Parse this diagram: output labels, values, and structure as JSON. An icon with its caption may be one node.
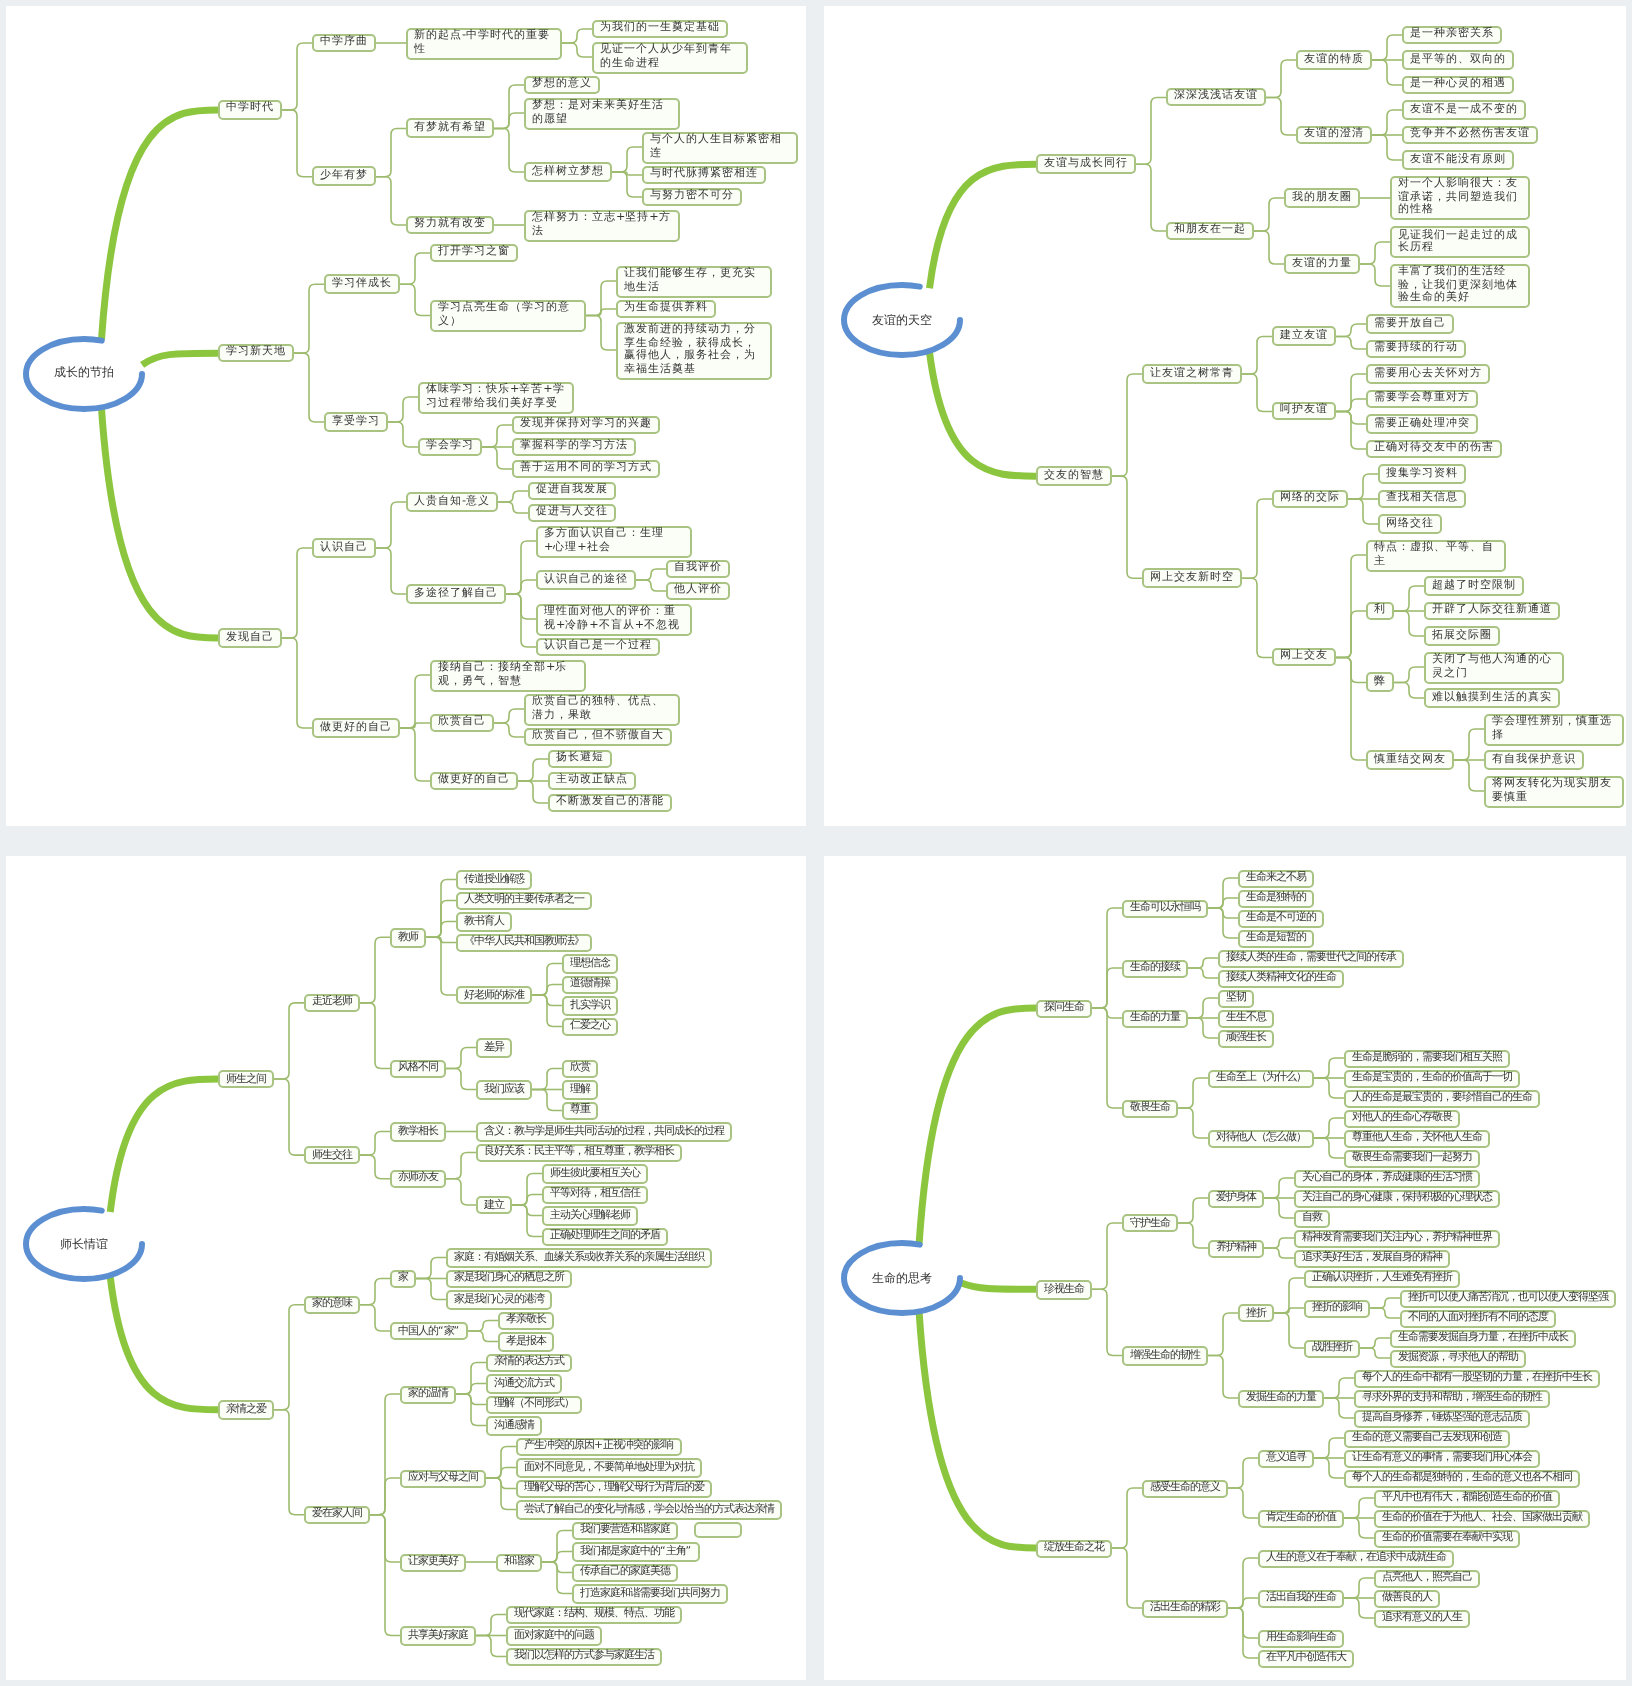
{
  "diagram": {
    "nodes": [
      {
        "text": [
          "成长的节拍"
        ]
      },
      {
        "text": [
          "中学时代"
        ]
      },
      {
        "text": [
          "中学序曲"
        ]
      },
      {
        "text": [
          "新的起点-中学时代的重要性"
        ]
      },
      {
        "text": [
          "为我们的一生奠定基础"
        ]
      },
      {
        "text": [
          "见证一个人从少年到青年的生命进程"
        ]
      },
      {
        "text": [
          "少年有梦"
        ]
      },
      {
        "text": [
          "有梦就有希望"
        ]
      },
      {
        "text": [
          "梦想的意义"
        ]
      },
      {
        "text": [
          "梦想：是对未来美好生活的愿望"
        ]
      },
      {
        "text": [
          "怎样树立梦想"
        ]
      },
      {
        "text": [
          "与个人的人生目标紧密相连"
        ]
      },
      {
        "text": [
          "与时代脉搏紧密相连"
        ]
      },
      {
        "text": [
          "与努力密不可分"
        ]
      },
      {
        "text": [
          "努力就有改变"
        ]
      },
      {
        "text": [
          "怎样努力：立志+坚持+方法"
        ]
      },
      {
        "text": [
          "学习新天地"
        ]
      },
      {
        "text": [
          "学习伴成长"
        ]
      },
      {
        "text": [
          "打开学习之窗"
        ]
      },
      {
        "text": [
          "学习点亮生命（学习的意义）"
        ]
      },
      {
        "text": [
          "让我们能够生存，更充实地生活"
        ]
      },
      {
        "text": [
          "为生命提供养料"
        ]
      },
      {
        "text": [
          "激发前进的持续动力，分享生命经验，获得成长，赢得他人，服务社会，为幸福生活奠基"
        ]
      },
      {
        "text": [
          "享受学习"
        ]
      },
      {
        "text": [
          "体味学习：快乐+辛苦+学习过程带给我们美好享受"
        ]
      },
      {
        "text": [
          "学会学习"
        ]
      },
      {
        "text": [
          "发现并保持对学习的兴趣"
        ]
      },
      {
        "text": [
          "掌握科学的学习方法"
        ]
      },
      {
        "text": [
          "善于运用不同的学习方式"
        ]
      },
      {
        "text": [
          "发现自己"
        ]
      },
      {
        "text": [
          "认识自己"
        ]
      },
      {
        "text": [
          "人贵自知-意义"
        ]
      },
      {
        "text": [
          "促进自我发展"
        ]
      },
      {
        "text": [
          "促进与人交往"
        ]
      },
      {
        "text": [
          "多途径了解自己"
        ]
      },
      {
        "text": [
          "多方面认识自己：生理+心理+社会"
        ]
      },
      {
        "text": [
          "认识自己的途径"
        ]
      },
      {
        "text": [
          "自我评价"
        ]
      },
      {
        "text": [
          "他人评价"
        ]
      },
      {
        "text": [
          "理性面对他人的评价：重视+冷静+不盲从+不忽视"
        ]
      },
      {
        "text": [
          "认识自己是一个过程"
        ]
      },
      {
        "text": [
          "做更好的自己"
        ]
      },
      {
        "text": [
          "接纳自己：接纳全部+乐观，勇气，智慧"
        ]
      },
      {
        "text": [
          "欣赏自己"
        ]
      },
      {
        "text": [
          "欣赏自己的独特、优点、潜力，果敢"
        ]
      },
      {
        "text": [
          "欣赏自己，但不骄傲自大"
        ]
      },
      {
        "text": [
          "做更好的自己"
        ]
      },
      {
        "text": [
          "扬长避短"
        ]
      },
      {
        "text": [
          "主动改正缺点"
        ]
      },
      {
        "text": [
          "不断激发自己的潜能"
        ]
      },
      {
        "text": [
          "友谊的天空"
        ]
      },
      {
        "text": [
          "友谊与成长同行"
        ]
      },
      {
        "text": [
          "深深浅浅话友谊"
        ]
      },
      {
        "text": [
          "友谊的特质"
        ]
      },
      {
        "text": [
          "是一种亲密关系"
        ]
      },
      {
        "text": [
          "是平等的、双向的"
        ]
      },
      {
        "text": [
          "是一种心灵的相遇"
        ]
      },
      {
        "text": [
          "友谊的澄清"
        ]
      },
      {
        "text": [
          "友谊不是一成不变的"
        ]
      },
      {
        "text": [
          "竞争并不必然伤害友谊"
        ]
      },
      {
        "text": [
          "友谊不能没有原则"
        ]
      },
      {
        "text": [
          "和朋友在一起"
        ]
      },
      {
        "text": [
          "我的朋友圈"
        ]
      },
      {
        "text": [
          "对一个人影响很大：友谊承诺，共同塑造我们的性格"
        ]
      },
      {
        "text": [
          "友谊的力量"
        ]
      },
      {
        "text": [
          "见证我们一起走过的成长历程"
        ]
      },
      {
        "text": [
          "丰富了我们的生活经验，让我们更深刻地体验生命的美好"
        ]
      },
      {
        "text": [
          "交友的智慧"
        ]
      },
      {
        "text": [
          "让友谊之树常青"
        ]
      },
      {
        "text": [
          "建立友谊"
        ]
      },
      {
        "text": [
          "需要开放自己"
        ]
      },
      {
        "text": [
          "需要持续的行动"
        ]
      },
      {
        "text": [
          "呵护友谊"
        ]
      },
      {
        "text": [
          "需要用心去关怀对方"
        ]
      },
      {
        "text": [
          "需要学会尊重对方"
        ]
      },
      {
        "text": [
          "需要正确处理冲突"
        ]
      },
      {
        "text": [
          "正确对待交友中的伤害"
        ]
      },
      {
        "text": [
          "网上交友新时空"
        ]
      },
      {
        "text": [
          "网络的交际"
        ]
      },
      {
        "text": [
          "搜集学习资料"
        ]
      },
      {
        "text": [
          "查找相关信息"
        ]
      },
      {
        "text": [
          "网络交往"
        ]
      },
      {
        "text": [
          "网上交友"
        ]
      },
      {
        "text": [
          "特点：虚拟、平等、自主"
        ]
      },
      {
        "text": [
          "利"
        ]
      },
      {
        "text": [
          "超越了时空限制"
        ]
      },
      {
        "text": [
          "开辟了人际交往新通道"
        ]
      },
      {
        "text": [
          "拓展交际圈"
        ]
      },
      {
        "text": [
          "弊"
        ]
      },
      {
        "text": [
          "关闭了与他人沟通的心灵之门"
        ]
      },
      {
        "text": [
          "难以触摸到生活的真实"
        ]
      },
      {
        "text": [
          "慎重结交网友"
        ]
      },
      {
        "text": [
          "学会理性辨别，慎重选择"
        ]
      },
      {
        "text": [
          "有自我保护意识"
        ]
      },
      {
        "text": [
          "将网友转化为现实朋友要慎重"
        ]
      },
      {
        "text": [
          "师长情谊"
        ]
      },
      {
        "text": [
          "师生之间"
        ]
      },
      {
        "text": [
          "走近老师"
        ]
      },
      {
        "text": [
          "教师"
        ]
      },
      {
        "text": [
          "传道授业解惑"
        ]
      },
      {
        "text": [
          "人类文明的主要传承者之一"
        ]
      },
      {
        "text": [
          "教书育人"
        ]
      },
      {
        "text": [
          "《中华人民共和国教师法》"
        ]
      },
      {
        "text": [
          "好老师的标准"
        ]
      },
      {
        "text": [
          "理想信念"
        ]
      },
      {
        "text": [
          "道德情操"
        ]
      },
      {
        "text": [
          "扎实学识"
        ]
      },
      {
        "text": [
          "仁爱之心"
        ]
      },
      {
        "text": [
          "风格不同"
        ]
      },
      {
        "text": [
          "差异"
        ]
      },
      {
        "text": [
          "我们应该"
        ]
      },
      {
        "text": [
          "欣赏"
        ]
      },
      {
        "text": [
          "理解"
        ]
      },
      {
        "text": [
          "尊重"
        ]
      },
      {
        "text": [
          "师生交往"
        ]
      },
      {
        "text": [
          "教学相长"
        ]
      },
      {
        "text": [
          "含义：教与学是师生共同活动的过程，共同成长的过程"
        ]
      },
      {
        "text": [
          "亦师亦友"
        ]
      },
      {
        "text": [
          "良好关系：民主平等，相互尊重，教学相长"
        ]
      },
      {
        "text": [
          "建立"
        ]
      },
      {
        "text": [
          "师生彼此要相互关心"
        ]
      },
      {
        "text": [
          "平等对待，相互信任"
        ]
      },
      {
        "text": [
          "主动关心理解老师"
        ]
      },
      {
        "text": [
          "正确处理师生之间的矛盾"
        ]
      },
      {
        "text": [
          "亲情之爱"
        ]
      },
      {
        "text": [
          "家的意味"
        ]
      },
      {
        "text": [
          "家"
        ]
      },
      {
        "text": [
          "家庭：有婚姻关系、血缘关系或收养关系的亲属生活组织"
        ]
      },
      {
        "text": [
          "家是我们身心的栖息之所"
        ]
      },
      {
        "text": [
          "家是我们心灵的港湾"
        ]
      },
      {
        "text": [
          "中国人的“家”"
        ]
      },
      {
        "text": [
          "孝亲敬长"
        ]
      },
      {
        "text": [
          "孝是报本"
        ]
      },
      {
        "text": [
          "爱在家人间"
        ]
      },
      {
        "text": [
          "家的温情"
        ]
      },
      {
        "text": [
          "亲情的表达方式"
        ]
      },
      {
        "text": [
          "沟通交流方式"
        ]
      },
      {
        "text": [
          "理解（不同形式）"
        ]
      },
      {
        "text": [
          "沟通感情"
        ]
      },
      {
        "text": [
          "应对与父母之间"
        ]
      },
      {
        "text": [
          "产生冲突的原因+正视冲突的影响"
        ]
      },
      {
        "text": [
          "面对不同意见，不要简单地处理为对抗"
        ]
      },
      {
        "text": [
          "理解父母的苦心，理解父母行为背后的爱"
        ]
      },
      {
        "text": [
          "尝试了解自己的变化与情感，学会以恰当的方式表达亲情"
        ]
      },
      {
        "text": [
          "让家更美好"
        ]
      },
      {
        "text": [
          "和谐家"
        ]
      },
      {
        "text": [
          "我们要营造和谐家庭"
        ]
      },
      {
        "text": [],
        "shape": "box"
      },
      {
        "text": [
          "我们都是家庭中的“主角”"
        ]
      },
      {
        "text": [
          "传承自己的家庭美德"
        ]
      },
      {
        "text": [
          "打造家庭和谐需要我们共同努力"
        ]
      },
      {
        "text": [
          "共享美好家庭"
        ]
      },
      {
        "text": [
          "现代家庭：结构、规模、特点、功能"
        ]
      },
      {
        "text": [
          "面对家庭中的问题"
        ]
      },
      {
        "text": [
          "我们以怎样的方式参与家庭生活"
        ]
      },
      {
        "text": [
          "生命的思考"
        ]
      },
      {
        "text": [
          "探问生命"
        ]
      },
      {
        "text": [
          "生命可以永恒吗"
        ]
      },
      {
        "text": [
          "生命来之不易"
        ]
      },
      {
        "text": [
          "生命是独特的"
        ]
      },
      {
        "text": [
          "生命是不可逆的"
        ]
      },
      {
        "text": [
          "生命是短暂的"
        ]
      },
      {
        "text": [
          "生命的接续"
        ]
      },
      {
        "text": [
          "接续人类的生命，需要世代之间的传承"
        ]
      },
      {
        "text": [
          "接续人类精神文化的生命"
        ]
      },
      {
        "text": [
          "生命的力量"
        ]
      },
      {
        "text": [
          "坚韧"
        ]
      },
      {
        "text": [
          "生生不息"
        ]
      },
      {
        "text": [
          "顽强生长"
        ]
      },
      {
        "text": [
          "敬畏生命"
        ]
      },
      {
        "text": [
          "生命至上（为什么）"
        ]
      },
      {
        "text": [
          "生命是脆弱的，需要我们相互关照"
        ]
      },
      {
        "text": [
          "生命是宝贵的，生命的价值高于一切"
        ]
      },
      {
        "text": [
          "人的生命是最宝贵的，要珍惜自己的生命"
        ]
      },
      {
        "text": [
          "对待他人（怎么做）"
        ]
      },
      {
        "text": [
          "对他人的生命心存敬畏"
        ]
      },
      {
        "text": [
          "尊重他人生命，关怀他人生命"
        ]
      },
      {
        "text": [
          "敬畏生命需要我们一起努力"
        ]
      },
      {
        "text": [
          "珍视生命"
        ]
      },
      {
        "text": [
          "守护生命"
        ]
      },
      {
        "text": [
          "爱护身体"
        ]
      },
      {
        "text": [
          "关心自己的身体，养成健康的生活习惯"
        ]
      },
      {
        "text": [
          "关注自己的身心健康，保持积极的心理状态"
        ]
      },
      {
        "text": [
          "自救"
        ]
      },
      {
        "text": [
          "养护精神"
        ]
      },
      {
        "text": [
          "精神发育需要我们关注内心，养护精神世界"
        ]
      },
      {
        "text": [
          "追求美好生活，发展自身的精神"
        ]
      },
      {
        "text": [
          "增强生命的韧性"
        ]
      },
      {
        "text": [
          "挫折"
        ]
      },
      {
        "text": [
          "正确认识挫折，人生难免有挫折"
        ]
      },
      {
        "text": [
          "挫折的影响"
        ]
      },
      {
        "text": [
          "挫折可以使人痛苦消沉，也可以使人变得坚强"
        ]
      },
      {
        "text": [
          "不同的人面对挫折有不同的态度"
        ]
      },
      {
        "text": [
          "战胜挫折"
        ]
      },
      {
        "text": [
          "生命需要发掘自身力量，在挫折中成长"
        ]
      },
      {
        "text": [
          "发掘资源，寻求他人的帮助"
        ]
      },
      {
        "text": [
          "发掘生命的力量"
        ]
      },
      {
        "text": [
          "每个人的生命中都有一股坚韧的力量，在挫折中生长"
        ]
      },
      {
        "text": [
          "寻求外界的支持和帮助，增强生命的韧性"
        ]
      },
      {
        "text": [
          "提高自身修养，锤炼坚强的意志品质"
        ]
      },
      {
        "text": [
          "绽放生命之花"
        ]
      },
      {
        "text": [
          "感受生命的意义"
        ]
      },
      {
        "text": [
          "意义追寻"
        ]
      },
      {
        "text": [
          "生命的意义需要自己去发现和创造"
        ]
      },
      {
        "text": [
          "让生命有意义的事情，需要我们用心体会"
        ]
      },
      {
        "text": [
          "每个人的生命都是独特的，生命的意义也各不相同"
        ]
      },
      {
        "text": [
          "肯定生命的价值"
        ]
      },
      {
        "text": [
          "平凡中也有伟大，都能创造生命的价值"
        ]
      },
      {
        "text": [
          "生命的价值在于为他人、社会、国家做出贡献"
        ]
      },
      {
        "text": [
          "生命的价值需要在奉献中实现"
        ]
      },
      {
        "text": [
          "活出生命的精彩"
        ]
      },
      {
        "text": [
          "人生的意义在于奉献，在追求中成就生命"
        ]
      },
      {
        "text": [
          "活出自我的生命"
        ]
      },
      {
        "text": [
          "点亮他人，照亮自己"
        ]
      },
      {
        "text": [
          "做善良的人"
        ]
      },
      {
        "text": [
          "追求有意义的人生"
        ]
      },
      {
        "text": [
          "用生命影响生命"
        ]
      },
      {
        "text": [
          "在平凡中创造伟大"
        ]
      }
    ],
    "edges": [
      {
        "from": 0,
        "to": 1,
        "arrow": "none",
        "style": "thick"
      },
      {
        "from": 1,
        "to": 2,
        "arrow": "none"
      },
      {
        "from": 2,
        "to": 3,
        "arrow": "none"
      },
      {
        "from": 3,
        "to": 4,
        "arrow": "none"
      },
      {
        "from": 3,
        "to": 5,
        "arrow": "none"
      },
      {
        "from": 1,
        "to": 6,
        "arrow": "none"
      },
      {
        "from": 6,
        "to": 7,
        "arrow": "none"
      },
      {
        "from": 7,
        "to": 8,
        "arrow": "none"
      },
      {
        "from": 7,
        "to": 9,
        "arrow": "none"
      },
      {
        "from": 7,
        "to": 10,
        "arrow": "none"
      },
      {
        "from": 10,
        "to": 11,
        "arrow": "none"
      },
      {
        "from": 10,
        "to": 12,
        "arrow": "none"
      },
      {
        "from": 10,
        "to": 13,
        "arrow": "none"
      },
      {
        "from": 6,
        "to": 14,
        "arrow": "none"
      },
      {
        "from": 14,
        "to": 15,
        "arrow": "none"
      },
      {
        "from": 0,
        "to": 16,
        "arrow": "none",
        "style": "thick"
      },
      {
        "from": 16,
        "to": 17,
        "arrow": "none"
      },
      {
        "from": 17,
        "to": 18,
        "arrow": "none"
      },
      {
        "from": 17,
        "to": 19,
        "arrow": "none"
      },
      {
        "from": 19,
        "to": 20,
        "arrow": "none"
      },
      {
        "from": 19,
        "to": 21,
        "arrow": "none"
      },
      {
        "from": 19,
        "to": 22,
        "arrow": "none"
      },
      {
        "from": 16,
        "to": 23,
        "arrow": "none"
      },
      {
        "from": 23,
        "to": 24,
        "arrow": "none"
      },
      {
        "from": 23,
        "to": 25,
        "arrow": "none"
      },
      {
        "from": 25,
        "to": 26,
        "arrow": "none"
      },
      {
        "from": 25,
        "to": 27,
        "arrow": "none"
      },
      {
        "from": 25,
        "to": 28,
        "arrow": "none"
      },
      {
        "from": 0,
        "to": 29,
        "arrow": "none",
        "style": "thick"
      },
      {
        "from": 29,
        "to": 30,
        "arrow": "none"
      },
      {
        "from": 30,
        "to": 31,
        "arrow": "none"
      },
      {
        "from": 31,
        "to": 32,
        "arrow": "none"
      },
      {
        "from": 31,
        "to": 33,
        "arrow": "none"
      },
      {
        "from": 30,
        "to": 34,
        "arrow": "none"
      },
      {
        "from": 34,
        "to": 35,
        "arrow": "none"
      },
      {
        "from": 34,
        "to": 36,
        "arrow": "none"
      },
      {
        "from": 36,
        "to": 37,
        "arrow": "none"
      },
      {
        "from": 36,
        "to": 38,
        "arrow": "none"
      },
      {
        "from": 34,
        "to": 39,
        "arrow": "none"
      },
      {
        "from": 34,
        "to": 40,
        "arrow": "none"
      },
      {
        "from": 29,
        "to": 41,
        "arrow": "none"
      },
      {
        "from": 41,
        "to": 42,
        "arrow": "none"
      },
      {
        "from": 41,
        "to": 43,
        "arrow": "none"
      },
      {
        "from": 43,
        "to": 44,
        "arrow": "none"
      },
      {
        "from": 43,
        "to": 45,
        "arrow": "none"
      },
      {
        "from": 41,
        "to": 46,
        "arrow": "none"
      },
      {
        "from": 46,
        "to": 47,
        "arrow": "none"
      },
      {
        "from": 46,
        "to": 48,
        "arrow": "none"
      },
      {
        "from": 46,
        "to": 49,
        "arrow": "none"
      },
      {
        "from": 50,
        "to": 51,
        "arrow": "none",
        "style": "thick"
      },
      {
        "from": 51,
        "to": 52,
        "arrow": "none"
      },
      {
        "from": 52,
        "to": 53,
        "arrow": "none"
      },
      {
        "from": 53,
        "to": 54,
        "arrow": "none"
      },
      {
        "from": 53,
        "to": 55,
        "arrow": "none"
      },
      {
        "from": 53,
        "to": 56,
        "arrow": "none"
      },
      {
        "from": 52,
        "to": 57,
        "arrow": "none"
      },
      {
        "from": 57,
        "to": 58,
        "arrow": "none"
      },
      {
        "from": 57,
        "to": 59,
        "arrow": "none"
      },
      {
        "from": 57,
        "to": 60,
        "arrow": "none"
      },
      {
        "from": 51,
        "to": 61,
        "arrow": "none"
      },
      {
        "from": 61,
        "to": 62,
        "arrow": "none"
      },
      {
        "from": 62,
        "to": 63,
        "arrow": "none"
      },
      {
        "from": 61,
        "to": 64,
        "arrow": "none"
      },
      {
        "from": 64,
        "to": 65,
        "arrow": "none"
      },
      {
        "from": 64,
        "to": 66,
        "arrow": "none"
      },
      {
        "from": 50,
        "to": 67,
        "arrow": "none",
        "style": "thick"
      },
      {
        "from": 67,
        "to": 68,
        "arrow": "none"
      },
      {
        "from": 68,
        "to": 69,
        "arrow": "none"
      },
      {
        "from": 69,
        "to": 70,
        "arrow": "none"
      },
      {
        "from": 69,
        "to": 71,
        "arrow": "none"
      },
      {
        "from": 68,
        "to": 72,
        "arrow": "none"
      },
      {
        "from": 72,
        "to": 73,
        "arrow": "none"
      },
      {
        "from": 72,
        "to": 74,
        "arrow": "none"
      },
      {
        "from": 72,
        "to": 75,
        "arrow": "none"
      },
      {
        "from": 72,
        "to": 76,
        "arrow": "none"
      },
      {
        "from": 67,
        "to": 77,
        "arrow": "none"
      },
      {
        "from": 77,
        "to": 78,
        "arrow": "none"
      },
      {
        "from": 78,
        "to": 79,
        "arrow": "none"
      },
      {
        "from": 78,
        "to": 80,
        "arrow": "none"
      },
      {
        "from": 78,
        "to": 81,
        "arrow": "none"
      },
      {
        "from": 77,
        "to": 82,
        "arrow": "none"
      },
      {
        "from": 82,
        "to": 83,
        "arrow": "none"
      },
      {
        "from": 82,
        "to": 84,
        "arrow": "none"
      },
      {
        "from": 84,
        "to": 85,
        "arrow": "none"
      },
      {
        "from": 84,
        "to": 86,
        "arrow": "none"
      },
      {
        "from": 84,
        "to": 87,
        "arrow": "none"
      },
      {
        "from": 82,
        "to": 88,
        "arrow": "none"
      },
      {
        "from": 88,
        "to": 89,
        "arrow": "none"
      },
      {
        "from": 88,
        "to": 90,
        "arrow": "none"
      },
      {
        "from": 82,
        "to": 91,
        "arrow": "none"
      },
      {
        "from": 91,
        "to": 92,
        "arrow": "none"
      },
      {
        "from": 91,
        "to": 93,
        "arrow": "none"
      },
      {
        "from": 91,
        "to": 94,
        "arrow": "none"
      },
      {
        "from": 95,
        "to": 96,
        "arrow": "none",
        "style": "thick"
      },
      {
        "from": 96,
        "to": 97,
        "arrow": "none"
      },
      {
        "from": 97,
        "to": 98,
        "arrow": "none"
      },
      {
        "from": 98,
        "to": 99,
        "arrow": "none"
      },
      {
        "from": 98,
        "to": 100,
        "arrow": "none"
      },
      {
        "from": 98,
        "to": 101,
        "arrow": "none"
      },
      {
        "from": 98,
        "to": 102,
        "arrow": "none"
      },
      {
        "from": 98,
        "to": 103,
        "arrow": "none"
      },
      {
        "from": 103,
        "to": 104,
        "arrow": "none"
      },
      {
        "from": 103,
        "to": 105,
        "arrow": "none"
      },
      {
        "from": 103,
        "to": 106,
        "arrow": "none"
      },
      {
        "from": 103,
        "to": 107,
        "arrow": "none"
      },
      {
        "from": 97,
        "to": 108,
        "arrow": "none"
      },
      {
        "from": 108,
        "to": 109,
        "arrow": "none"
      },
      {
        "from": 108,
        "to": 110,
        "arrow": "none"
      },
      {
        "from": 110,
        "to": 111,
        "arrow": "none"
      },
      {
        "from": 110,
        "to": 112,
        "arrow": "none"
      },
      {
        "from": 110,
        "to": 113,
        "arrow": "none"
      },
      {
        "from": 96,
        "to": 114,
        "arrow": "none"
      },
      {
        "from": 114,
        "to": 115,
        "arrow": "none"
      },
      {
        "from": 115,
        "to": 116,
        "arrow": "none"
      },
      {
        "from": 114,
        "to": 117,
        "arrow": "none"
      },
      {
        "from": 117,
        "to": 118,
        "arrow": "none"
      },
      {
        "from": 117,
        "to": 119,
        "arrow": "none"
      },
      {
        "from": 119,
        "to": 120,
        "arrow": "none"
      },
      {
        "from": 119,
        "to": 121,
        "arrow": "none"
      },
      {
        "from": 119,
        "to": 122,
        "arrow": "none"
      },
      {
        "from": 119,
        "to": 123,
        "arrow": "none"
      },
      {
        "from": 95,
        "to": 124,
        "arrow": "none",
        "style": "thick"
      },
      {
        "from": 124,
        "to": 125,
        "arrow": "none"
      },
      {
        "from": 125,
        "to": 126,
        "arrow": "none"
      },
      {
        "from": 126,
        "to": 127,
        "arrow": "none"
      },
      {
        "from": 126,
        "to": 128,
        "arrow": "none"
      },
      {
        "from": 126,
        "to": 129,
        "arrow": "none"
      },
      {
        "from": 125,
        "to": 130,
        "arrow": "none"
      },
      {
        "from": 130,
        "to": 131,
        "arrow": "none"
      },
      {
        "from": 130,
        "to": 132,
        "arrow": "none"
      },
      {
        "from": 124,
        "to": 133,
        "arrow": "none"
      },
      {
        "from": 133,
        "to": 134,
        "arrow": "none"
      },
      {
        "from": 134,
        "to": 135,
        "arrow": "none"
      },
      {
        "from": 134,
        "to": 136,
        "arrow": "none"
      },
      {
        "from": 134,
        "to": 137,
        "arrow": "none"
      },
      {
        "from": 134,
        "to": 138,
        "arrow": "none"
      },
      {
        "from": 133,
        "to": 139,
        "arrow": "none"
      },
      {
        "from": 139,
        "to": 140,
        "arrow": "none"
      },
      {
        "from": 139,
        "to": 141,
        "arrow": "none"
      },
      {
        "from": 139,
        "to": 142,
        "arrow": "none"
      },
      {
        "from": 139,
        "to": 143,
        "arrow": "none"
      },
      {
        "from": 133,
        "to": 144,
        "arrow": "none"
      },
      {
        "from": 144,
        "to": 145,
        "arrow": "none"
      },
      {
        "from": 145,
        "to": 146,
        "arrow": "none"
      },
      {
        "from": 145,
        "to": 148,
        "arrow": "none"
      },
      {
        "from": 145,
        "to": 149,
        "arrow": "none"
      },
      {
        "from": 145,
        "to": 150,
        "arrow": "none"
      },
      {
        "from": 133,
        "to": 151,
        "arrow": "none"
      },
      {
        "from": 151,
        "to": 152,
        "arrow": "none"
      },
      {
        "from": 151,
        "to": 153,
        "arrow": "none"
      },
      {
        "from": 151,
        "to": 154,
        "arrow": "none"
      },
      {
        "from": 155,
        "to": 156,
        "arrow": "none",
        "style": "thick"
      },
      {
        "from": 156,
        "to": 157,
        "arrow": "none"
      },
      {
        "from": 157,
        "to": 158,
        "arrow": "none"
      },
      {
        "from": 157,
        "to": 159,
        "arrow": "none"
      },
      {
        "from": 157,
        "to": 160,
        "arrow": "none"
      },
      {
        "from": 157,
        "to": 161,
        "arrow": "none"
      },
      {
        "from": 156,
        "to": 162,
        "arrow": "none"
      },
      {
        "from": 162,
        "to": 163,
        "arrow": "none"
      },
      {
        "from": 162,
        "to": 164,
        "arrow": "none"
      },
      {
        "from": 156,
        "to": 165,
        "arrow": "none"
      },
      {
        "from": 165,
        "to": 166,
        "arrow": "none"
      },
      {
        "from": 165,
        "to": 167,
        "arrow": "none"
      },
      {
        "from": 165,
        "to": 168,
        "arrow": "none"
      },
      {
        "from": 156,
        "to": 169,
        "arrow": "none"
      },
      {
        "from": 169,
        "to": 170,
        "arrow": "none"
      },
      {
        "from": 170,
        "to": 171,
        "arrow": "none"
      },
      {
        "from": 170,
        "to": 172,
        "arrow": "none"
      },
      {
        "from": 170,
        "to": 173,
        "arrow": "none"
      },
      {
        "from": 169,
        "to": 174,
        "arrow": "none"
      },
      {
        "from": 174,
        "to": 175,
        "arrow": "none"
      },
      {
        "from": 174,
        "to": 176,
        "arrow": "none"
      },
      {
        "from": 174,
        "to": 177,
        "arrow": "none"
      },
      {
        "from": 155,
        "to": 178,
        "arrow": "none",
        "style": "thick"
      },
      {
        "from": 178,
        "to": 179,
        "arrow": "none"
      },
      {
        "from": 179,
        "to": 180,
        "arrow": "none"
      },
      {
        "from": 180,
        "to": 181,
        "arrow": "none"
      },
      {
        "from": 180,
        "to": 182,
        "arrow": "none"
      },
      {
        "from": 180,
        "to": 183,
        "arrow": "none"
      },
      {
        "from": 179,
        "to": 184,
        "arrow": "none"
      },
      {
        "from": 184,
        "to": 185,
        "arrow": "none"
      },
      {
        "from": 184,
        "to": 186,
        "arrow": "none"
      },
      {
        "from": 178,
        "to": 187,
        "arrow": "none"
      },
      {
        "from": 187,
        "to": 188,
        "arrow": "none"
      },
      {
        "from": 188,
        "to": 189,
        "arrow": "none"
      },
      {
        "from": 188,
        "to": 190,
        "arrow": "none"
      },
      {
        "from": 190,
        "to": 191,
        "arrow": "none"
      },
      {
        "from": 190,
        "to": 192,
        "arrow": "none"
      },
      {
        "from": 188,
        "to": 193,
        "arrow": "none"
      },
      {
        "from": 193,
        "to": 194,
        "arrow": "none"
      },
      {
        "from": 193,
        "to": 195,
        "arrow": "none"
      },
      {
        "from": 187,
        "to": 196,
        "arrow": "none"
      },
      {
        "from": 196,
        "to": 197,
        "arrow": "none"
      },
      {
        "from": 196,
        "to": 198,
        "arrow": "none"
      },
      {
        "from": 196,
        "to": 199,
        "arrow": "none"
      },
      {
        "from": 155,
        "to": 200,
        "arrow": "none",
        "style": "thick"
      },
      {
        "from": 200,
        "to": 201,
        "arrow": "none"
      },
      {
        "from": 201,
        "to": 202,
        "arrow": "none"
      },
      {
        "from": 202,
        "to": 203,
        "arrow": "none"
      },
      {
        "from": 202,
        "to": 204,
        "arrow": "none"
      },
      {
        "from": 202,
        "to": 205,
        "arrow": "none"
      },
      {
        "from": 201,
        "to": 206,
        "arrow": "none"
      },
      {
        "from": 206,
        "to": 207,
        "arrow": "none"
      },
      {
        "from": 206,
        "to": 208,
        "arrow": "none"
      },
      {
        "from": 206,
        "to": 209,
        "arrow": "none"
      },
      {
        "from": 200,
        "to": 210,
        "arrow": "none"
      },
      {
        "from": 210,
        "to": 211,
        "arrow": "none"
      },
      {
        "from": 210,
        "to": 212,
        "arrow": "none"
      },
      {
        "from": 212,
        "to": 213,
        "arrow": "none"
      },
      {
        "from": 212,
        "to": 214,
        "arrow": "none"
      },
      {
        "from": 212,
        "to": 215,
        "arrow": "none"
      },
      {
        "from": 210,
        "to": 216,
        "arrow": "none"
      },
      {
        "from": 210,
        "to": 217,
        "arrow": "none"
      }
    ]
  }
}
